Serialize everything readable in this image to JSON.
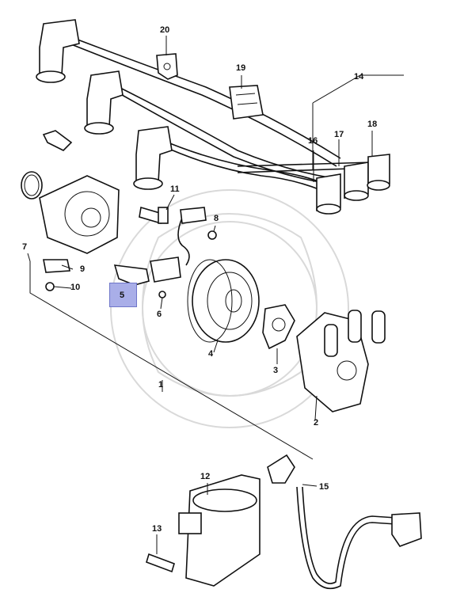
{
  "diagram": {
    "callouts": {
      "c1": "1",
      "c2": "2",
      "c3": "3",
      "c4": "4",
      "c5": "5",
      "c6": "6",
      "c7": "7",
      "c8": "8",
      "c9": "9",
      "c10": "10",
      "c11": "11",
      "c12": "12",
      "c13": "13",
      "c14": "14",
      "c15": "15",
      "c16": "16",
      "c17": "17",
      "c18": "18",
      "c19": "19",
      "c20": "20"
    },
    "highlighted_callout": "5",
    "highlight_color": "#a9aee8"
  }
}
